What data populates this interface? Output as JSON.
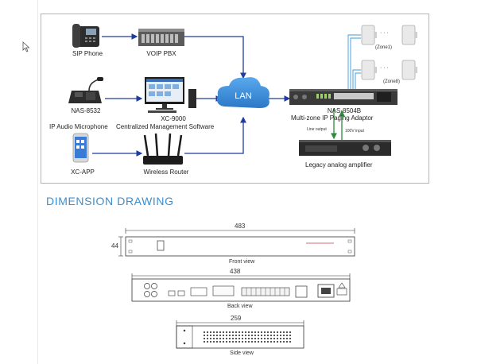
{
  "diagram": {
    "sip_phone": "SIP Phone",
    "voip_pbx": "VOIP PBX",
    "microphone_model": "NAS-8532",
    "microphone_desc": "IP Audio Microphone",
    "software_model": "XC-9000",
    "software_desc": "Centralized Management Software",
    "app": "XC-APP",
    "router": "Wireless Router",
    "lan": "LAN",
    "adaptor_model": "NAS-8504B",
    "adaptor_desc": "Multi-zone IP Paging Adaptor",
    "line_output": "Line output",
    "input_100v": "100V input",
    "amplifier": "Legacy analog amplifier",
    "zone1": "(Zone1)",
    "zone8": "(Zone8)",
    "dots": "· · ·"
  },
  "dimension": {
    "title": "DIMENSION DRAWING",
    "front_width": "483",
    "front_height": "44",
    "front_label": "Front view",
    "back_width": "438",
    "back_label": "Back view",
    "side_width": "259",
    "side_label": "Side view"
  },
  "colors": {
    "arrow": "#1f3c9e",
    "zone_line": "#3a9ad9",
    "green_line": "#2e8b3d",
    "lan_cloud": "#3b8fd9",
    "title": "#3a8fd0"
  }
}
